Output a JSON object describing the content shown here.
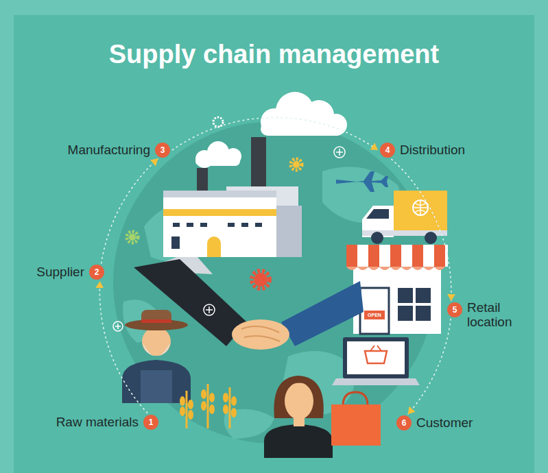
{
  "diagram": {
    "title": "Supply chain management",
    "nodes": [
      {
        "text": [
          "Raw materials",
          "1"
        ]
      },
      {
        "text": [
          "Supplier",
          "2"
        ]
      },
      {
        "text": [
          "Manufacturing",
          "3"
        ]
      },
      {
        "text": [
          "Distribution",
          "4"
        ]
      },
      {
        "text": [
          "Retail location",
          "5"
        ]
      },
      {
        "text": [
          "Customer",
          "6"
        ]
      }
    ],
    "edges": [
      {
        "from": 0,
        "to": 1,
        "arrow": "to"
      },
      {
        "from": 1,
        "to": 2,
        "arrow": "to"
      },
      {
        "from": 2,
        "to": 3,
        "arrow": "to"
      },
      {
        "from": 3,
        "to": 4,
        "arrow": "to"
      },
      {
        "from": 4,
        "to": 5,
        "arrow": "to"
      }
    ],
    "labels": [
      "OPEN"
    ]
  }
}
